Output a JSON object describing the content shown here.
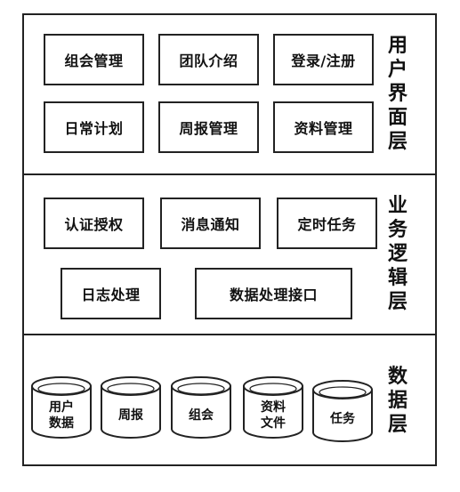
{
  "ui_layer": {
    "label": "用户界面层",
    "modules": [
      "组会管理",
      "团队介绍",
      "登录/注册",
      "日常计划",
      "周报管理",
      "资料管理"
    ]
  },
  "logic_layer": {
    "label": "业务逻辑层",
    "modules": [
      "认证授权",
      "消息通知",
      "定时任务",
      "日志处理",
      "数据处理接口"
    ]
  },
  "data_layer": {
    "label": "数据层",
    "stores": [
      "用户\n数据",
      "周报",
      "组会",
      "资料\n文件",
      "任务"
    ]
  }
}
